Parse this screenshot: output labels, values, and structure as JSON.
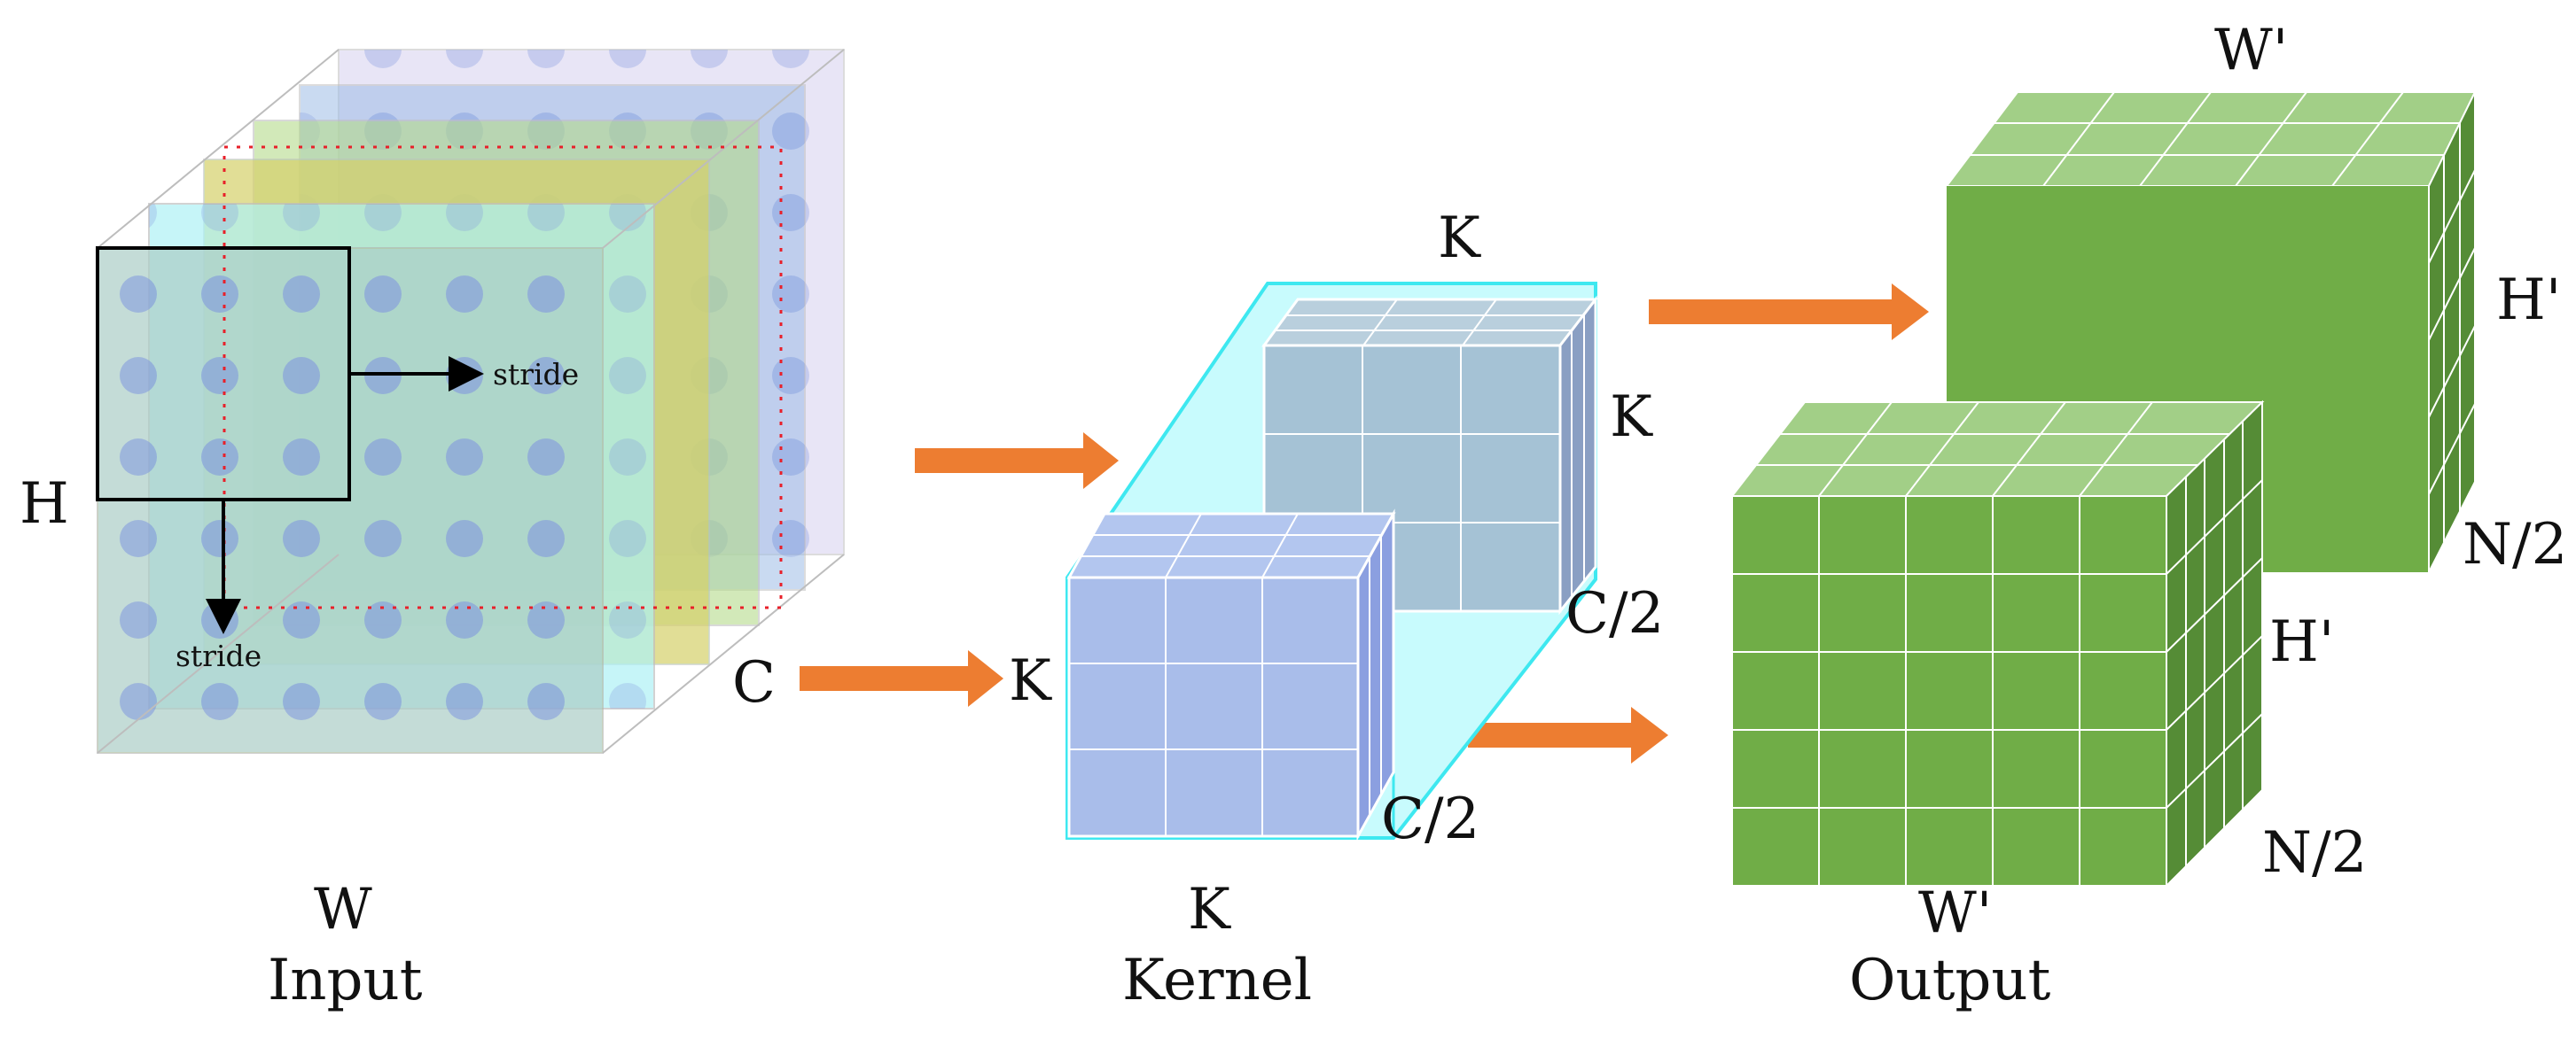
{
  "labels": {
    "input_h": "H",
    "input_w": "W",
    "input_c": "C",
    "input_title": "Input",
    "stride_h": "stride",
    "stride_v": "stride",
    "kernel_top_k": "K",
    "kernel_side_k": "K",
    "kernel_front_k": "K",
    "kernel_bottom_k": "K",
    "kernel_c_top": "C/2",
    "kernel_c_bottom": "C/2",
    "kernel_title": "Kernel",
    "out_top_w": "W'",
    "out_top_h": "H'",
    "out_top_n": "N/2",
    "out_bottom_h": "H'",
    "out_bottom_n": "N/2",
    "out_bottom_w": "W'",
    "output_title": "Output"
  },
  "colors": {
    "arrow": "#ED7D31",
    "kernel_face": "#A9BDEA",
    "kernel_back_face": "#A5C2D5",
    "kernel_outline": "#3EE8F0",
    "output_front": "#70AD47",
    "output_top": "#A2CF87",
    "output_side": "#558C36",
    "input_dot": "#8AA0E2"
  }
}
